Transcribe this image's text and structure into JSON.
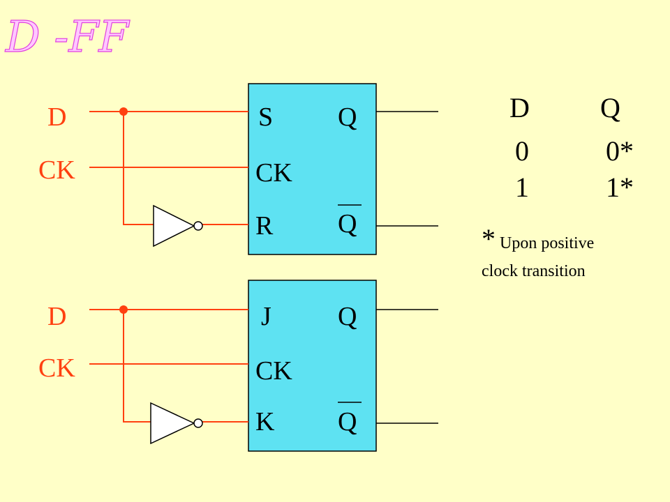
{
  "title": "D -FF",
  "circuit_sr": {
    "input_d": "D",
    "input_ck": "CK",
    "pin_s": "S",
    "pin_ck": "CK",
    "pin_r": "R",
    "out_q": "Q",
    "out_qbar": "Q"
  },
  "circuit_jk": {
    "input_d": "D",
    "input_ck": "CK",
    "pin_j": "J",
    "pin_ck": "CK",
    "pin_k": "K",
    "out_q": "Q",
    "out_qbar": "Q"
  },
  "truth_table": {
    "headers": [
      "D",
      "Q"
    ],
    "rows": [
      [
        "0",
        "0*"
      ],
      [
        "1",
        "1*"
      ]
    ]
  },
  "note": {
    "star": "*",
    "line1": " Upon positive",
    "line2": "clock transition"
  },
  "colors": {
    "background": "#ffffc8",
    "signal": "#ff4010",
    "flipflop_fill": "#5ee2f2",
    "title_fill": "#ffc8ff",
    "title_stroke": "#e040e0"
  }
}
